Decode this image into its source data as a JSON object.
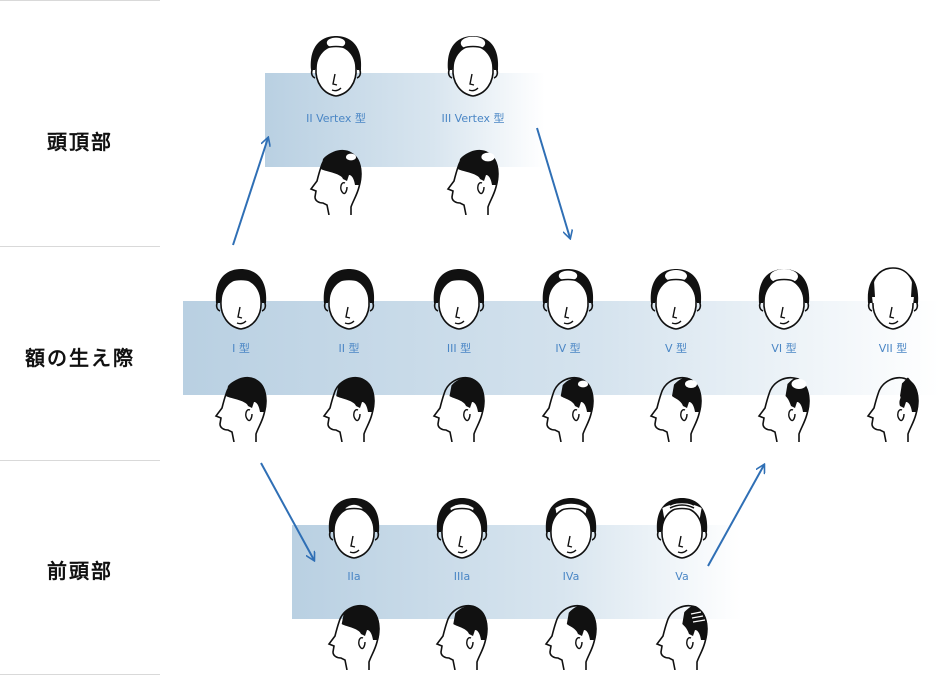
{
  "rows": [
    {
      "title": "頭頂部"
    },
    {
      "title": "額の生え際"
    },
    {
      "title": "前頭部"
    }
  ],
  "vertex_types": [
    {
      "label": "II Vertex 型",
      "crown": 0.35
    },
    {
      "label": "III Vertex 型",
      "crown": 0.6
    }
  ],
  "hairline_types": [
    {
      "label": "I 型",
      "recede": 0.0,
      "crown": 0
    },
    {
      "label": "II 型",
      "recede": 0.1,
      "crown": 0
    },
    {
      "label": "III 型",
      "recede": 0.25,
      "crown": 0
    },
    {
      "label": "IV 型",
      "recede": 0.35,
      "crown": 0.35
    },
    {
      "label": "V 型",
      "recede": 0.5,
      "crown": 0.5
    },
    {
      "label": "VI 型",
      "recede": 0.75,
      "crown": 0.75
    },
    {
      "label": "VII 型",
      "recede": 1.0,
      "crown": 1.0
    }
  ],
  "frontal_types": [
    {
      "label": "IIa",
      "front": 0.15
    },
    {
      "label": "IIIa",
      "front": 0.35
    },
    {
      "label": "IVa",
      "front": 0.6
    },
    {
      "label": "Va",
      "front": 0.85
    }
  ],
  "colors": {
    "band": "#b8cfe1",
    "label": "#4a86c5",
    "arrow": "#2f6fb5",
    "hair": "#111111"
  }
}
